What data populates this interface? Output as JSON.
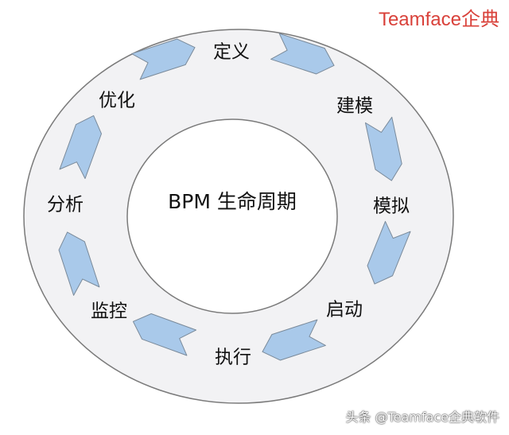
{
  "brand": {
    "name_en": "Teamface",
    "name_cn": "企典"
  },
  "center": {
    "title": "BPM 生命周期"
  },
  "stages": [
    {
      "id": "define",
      "label": "定义"
    },
    {
      "id": "model",
      "label": "建模"
    },
    {
      "id": "simulate",
      "label": "模拟"
    },
    {
      "id": "launch",
      "label": "启动"
    },
    {
      "id": "execute",
      "label": "执行"
    },
    {
      "id": "monitor",
      "label": "监控"
    },
    {
      "id": "analyze",
      "label": "分析"
    },
    {
      "id": "optimize",
      "label": "优化"
    }
  ],
  "watermark": {
    "text": "头条 @Teamface企典软件"
  },
  "colors": {
    "ring_fill": "#f2f2f4",
    "ring_stroke": "#7a7a7a",
    "arrow_fill": "#a9c9ea",
    "arrow_stroke": "#7a8a9a",
    "brand": "#d9413a"
  }
}
